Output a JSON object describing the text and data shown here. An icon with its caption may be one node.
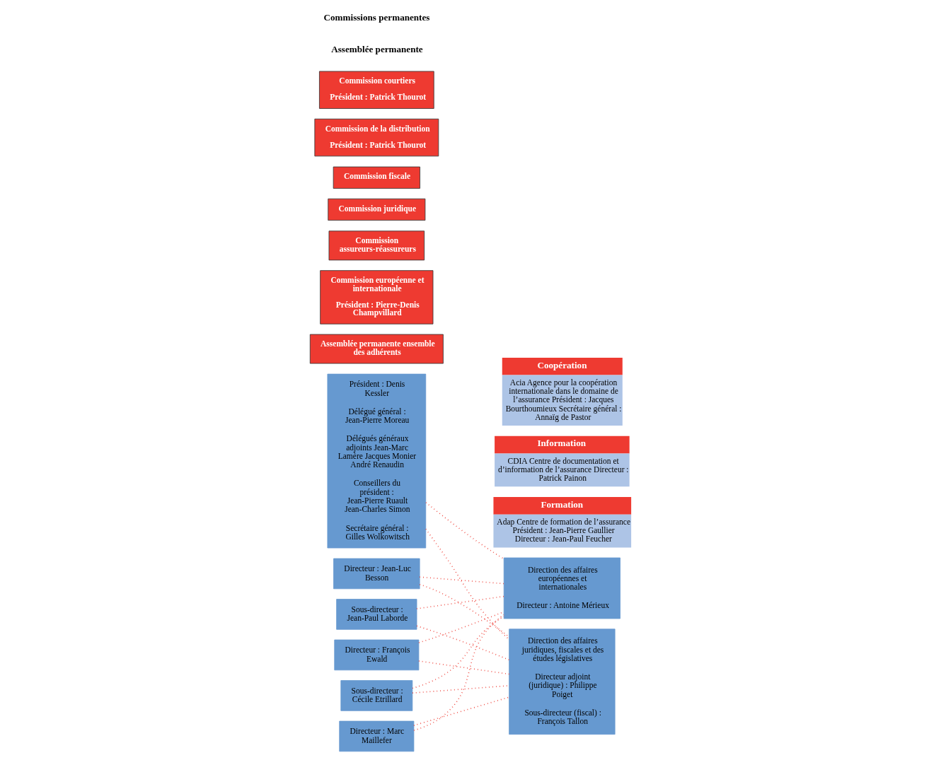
{
  "diagram": {
    "nodes": [
      {
        "text": [
          "Président : Denis Kessler",
          "Délégué général : Jean-Pierre Moreau",
          "Délégués généraux adjoints Jean-Marc Lamère Jacques Monier André Renaudin",
          "Conseillers du président : Jean-Pierre Ruault Jean-Charles Simon",
          "Secrétaire général : Gilles Wolkowitsch"
        ]
      },
      {
        "text": [
          "Directeur : Jean-Luc Besson"
        ]
      },
      {
        "text": [
          "Sous-directeur : Jean-Paul Laborde"
        ]
      },
      {
        "text": [
          "Directeur : François Ewald"
        ]
      },
      {
        "text": [
          "Sous-directeur : Cécile Etrillard"
        ]
      },
      {
        "text": [
          "Directeur : Marc Maillefer"
        ]
      },
      {
        "text": [
          "Assemblée permanente ensemble des adhérents"
        ]
      },
      {
        "text": [
          "Commission européenne et internationale",
          "Président : Pierre-Denis Champvillard"
        ]
      },
      {
        "text": [
          "Direction des affaires européennes et internationales",
          "Directeur : Antoine Mérieux"
        ]
      },
      {
        "text": [
          "Commission assureurs-réassureurs"
        ]
      },
      {
        "text": [
          "Commission juridique"
        ]
      },
      {
        "text": [
          "Commission fiscale"
        ]
      },
      {
        "text": [
          "Direction des affaires juridiques, fiscales et des études législatives",
          "Directeur adjoint (juridique) : Philippe Poiget",
          "Sous-directeur (fiscal) : François Tallon"
        ]
      },
      {
        "text": [
          "Commission de la distribution",
          "Président : Patrick Thourot"
        ]
      },
      {
        "text": [
          "Commission courtiers",
          "Président : Patrick Thourot"
        ]
      },
      {
        "text": [
          "Formation",
          "Adap Centre de formation de l’assurance Président : Jean-Pierre Gaullier Directeur : Jean-Paul Feucher"
        ]
      },
      {
        "text": [
          "Information",
          "CDIA Centre de documentation et d’information de l’assurance Directeur : Patrick Painon"
        ]
      },
      {
        "text": [
          "Coopération",
          "Acia Agence pour la coopération internationale dans le domaine de l’assurance Président : Jacques Bourthoumieux Secrétaire général : Annaïg de Pastor"
        ]
      }
    ],
    "edges": [
      {
        "from": 0,
        "to": 8,
        "arrow": "none",
        "style": "dashed"
      },
      {
        "from": 0,
        "to": 12,
        "arrow": "none",
        "style": "dashed"
      },
      {
        "from": 1,
        "to": 8,
        "arrow": "none",
        "style": "dashed"
      },
      {
        "from": 1,
        "to": 12,
        "arrow": "none",
        "style": "dashed"
      },
      {
        "from": 2,
        "to": 8,
        "arrow": "none",
        "style": "dashed"
      },
      {
        "from": 2,
        "to": 12,
        "arrow": "none",
        "style": "dashed"
      },
      {
        "from": 3,
        "to": 8,
        "arrow": "none",
        "style": "dashed"
      },
      {
        "from": 3,
        "to": 12,
        "arrow": "none",
        "style": "dashed"
      },
      {
        "from": 4,
        "to": 8,
        "arrow": "none",
        "style": "dashed"
      },
      {
        "from": 4,
        "to": 12,
        "arrow": "none",
        "style": "dashed"
      },
      {
        "from": 5,
        "to": 8,
        "arrow": "none",
        "style": "dashed"
      },
      {
        "from": 5,
        "to": 12,
        "arrow": "none",
        "style": "dashed"
      }
    ],
    "labels": [
      "Assemblée permanente",
      "Commissions permanentes"
    ]
  }
}
